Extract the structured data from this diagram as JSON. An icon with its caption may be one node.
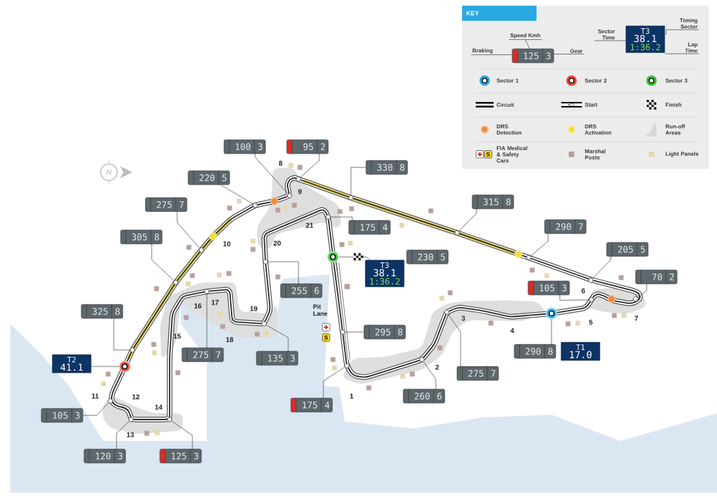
{
  "diagram": {
    "nodes": [
      {
        "text": [
          "KEY"
        ]
      },
      {
        "text": [
          "125",
          "3"
        ],
        "in": 0
      },
      {
        "text": [
          "Speed Kmh"
        ],
        "in": 0
      },
      {
        "text": [
          "Braking"
        ],
        "in": 0
      },
      {
        "text": [
          "Gear"
        ],
        "in": 0
      },
      {
        "text": [
          "T3",
          "38.1",
          "1:36.2"
        ],
        "in": 0
      },
      {
        "text": [
          "Sector Time"
        ],
        "in": 0
      },
      {
        "text": [
          "Timing Sector"
        ],
        "in": 0
      },
      {
        "text": [
          "Lap Time"
        ],
        "in": 0
      },
      {
        "text": [
          "100",
          "3"
        ]
      },
      {
        "text": [
          "95",
          "2"
        ]
      },
      {
        "text": [
          "220",
          "5"
        ]
      },
      {
        "text": [
          "275",
          "7"
        ]
      },
      {
        "text": [
          "305",
          "8"
        ]
      },
      {
        "text": [
          "325",
          "8"
        ]
      },
      {
        "text": [
          "330",
          "8"
        ]
      },
      {
        "text": [
          "315",
          "8"
        ]
      },
      {
        "text": [
          "290",
          "7"
        ]
      },
      {
        "text": [
          "205",
          "5"
        ]
      },
      {
        "text": [
          "70",
          "2"
        ]
      },
      {
        "text": [
          "175",
          "4"
        ]
      },
      {
        "text": [
          "230",
          "5"
        ]
      },
      {
        "text": [
          "255",
          "6"
        ]
      },
      {
        "text": [
          "295",
          "8"
        ]
      },
      {
        "text": [
          "135",
          "3"
        ]
      },
      {
        "text": [
          "105",
          "3"
        ]
      },
      {
        "text": [
          "290",
          "8"
        ]
      },
      {
        "text": [
          "275",
          "7"
        ]
      },
      {
        "text": [
          "260",
          "6"
        ]
      },
      {
        "text": [
          "175",
          "4"
        ]
      },
      {
        "text": [
          "275",
          "7"
        ]
      },
      {
        "text": [
          "105",
          "3"
        ]
      },
      {
        "text": [
          "120",
          "3"
        ]
      },
      {
        "text": [
          "125",
          "3"
        ]
      },
      {
        "text": [
          "T3",
          "38.1",
          "1:36.2"
        ]
      },
      {
        "text": [
          "T2",
          "41.1"
        ]
      },
      {
        "text": [
          "T1",
          "17.0"
        ]
      },
      {
        "text": [],
        "shape": "circle"
      },
      {
        "text": [],
        "shape": "circle"
      },
      {
        "text": [],
        "shape": "circle"
      },
      {
        "text": [],
        "shape": "circle"
      },
      {
        "text": [],
        "shape": "circle"
      },
      {
        "text": [],
        "shape": "circle"
      },
      {
        "text": [],
        "shape": "circle"
      },
      {
        "text": [],
        "shape": "circle"
      },
      {
        "text": [],
        "shape": "circle"
      },
      {
        "text": [],
        "shape": "circle"
      },
      {
        "text": [],
        "shape": "circle"
      },
      {
        "text": [],
        "shape": "circle"
      },
      {
        "text": [],
        "shape": "circle"
      },
      {
        "text": [],
        "shape": "circle"
      },
      {
        "text": [],
        "shape": "circle"
      },
      {
        "text": [],
        "shape": "circle"
      },
      {
        "text": [],
        "shape": "circle"
      },
      {
        "text": [],
        "shape": "circle"
      },
      {
        "text": [],
        "shape": "circle"
      },
      {
        "text": [],
        "shape": "circle"
      },
      {
        "text": [],
        "shape": "circle"
      },
      {
        "text": [],
        "shape": "circle"
      },
      {
        "text": [],
        "shape": "circle"
      },
      {
        "text": [],
        "shape": "circle"
      },
      {
        "text": [],
        "shape": "circle"
      },
      {
        "text": [],
        "shape": "circle"
      }
    ],
    "edges": [
      {
        "from": 2,
        "to": 1,
        "arrow": "none"
      },
      {
        "from": 3,
        "to": 1,
        "arrow": "none"
      },
      {
        "from": 4,
        "to": 1,
        "arrow": "none"
      },
      {
        "from": 6,
        "to": 5,
        "arrow": "none"
      },
      {
        "from": 7,
        "to": 5,
        "arrow": "none"
      },
      {
        "from": 8,
        "to": 5,
        "arrow": "none"
      },
      {
        "from": 9,
        "to": 50,
        "arrow": "none"
      },
      {
        "from": 10,
        "to": 51,
        "arrow": "none"
      },
      {
        "from": 11,
        "to": 47,
        "arrow": "none"
      },
      {
        "from": 12,
        "to": 45,
        "arrow": "none"
      },
      {
        "from": 13,
        "to": 44,
        "arrow": "none"
      },
      {
        "from": 14,
        "to": 42,
        "arrow": "none"
      },
      {
        "from": 15,
        "to": 55,
        "arrow": "none"
      },
      {
        "from": 16,
        "to": 58,
        "arrow": "none"
      },
      {
        "from": 17,
        "to": 59,
        "arrow": "none"
      },
      {
        "from": 18,
        "to": 60,
        "arrow": "none"
      },
      {
        "from": 19,
        "to": 62,
        "arrow": "none"
      },
      {
        "from": 20,
        "to": 52,
        "arrow": "none"
      },
      {
        "from": 22,
        "to": 49,
        "arrow": "none"
      },
      {
        "from": 23,
        "to": 53,
        "arrow": "none"
      },
      {
        "from": 24,
        "to": 48,
        "arrow": "none"
      },
      {
        "from": 25,
        "to": 61,
        "arrow": "none"
      },
      {
        "from": 26,
        "to": 39,
        "arrow": "none"
      },
      {
        "from": 27,
        "to": 57,
        "arrow": "none"
      },
      {
        "from": 28,
        "to": 56,
        "arrow": "none"
      },
      {
        "from": 29,
        "to": 54,
        "arrow": "none"
      },
      {
        "from": 30,
        "to": 46,
        "arrow": "none"
      },
      {
        "from": 31,
        "to": 40,
        "arrow": "none"
      },
      {
        "from": 32,
        "to": 41,
        "arrow": "none"
      },
      {
        "from": 33,
        "to": 43,
        "arrow": "none"
      },
      {
        "from": 34,
        "to": 38,
        "arrow": "none"
      },
      {
        "from": 35,
        "to": 37,
        "arrow": "none"
      }
    ],
    "labels": [
      "N",
      "1",
      "2",
      "3",
      "4",
      "5",
      "6",
      "7",
      "8",
      "9",
      "10",
      "11",
      "12",
      "13",
      "14",
      "15",
      "16",
      "17",
      "18",
      "19",
      "20",
      "21",
      "Pit Lane",
      "S",
      "S"
    ],
    "legend": [
      {
        "text": "Sector 1"
      },
      {
        "text": "Sector 2"
      },
      {
        "text": "Sector 3"
      },
      {
        "text": "Circuit"
      },
      {
        "text": "Start"
      },
      {
        "text": "Finish"
      },
      {
        "text": "DRS Detection"
      },
      {
        "text": "DRS Activation"
      },
      {
        "text": "Run-off Areas"
      },
      {
        "text": "FIA Medical & Safety Cars"
      },
      {
        "text": "Marshal Posts",
        "color": "#b8a09c"
      },
      {
        "text": "Light Panels",
        "color": "#e2d9ae"
      }
    ]
  }
}
